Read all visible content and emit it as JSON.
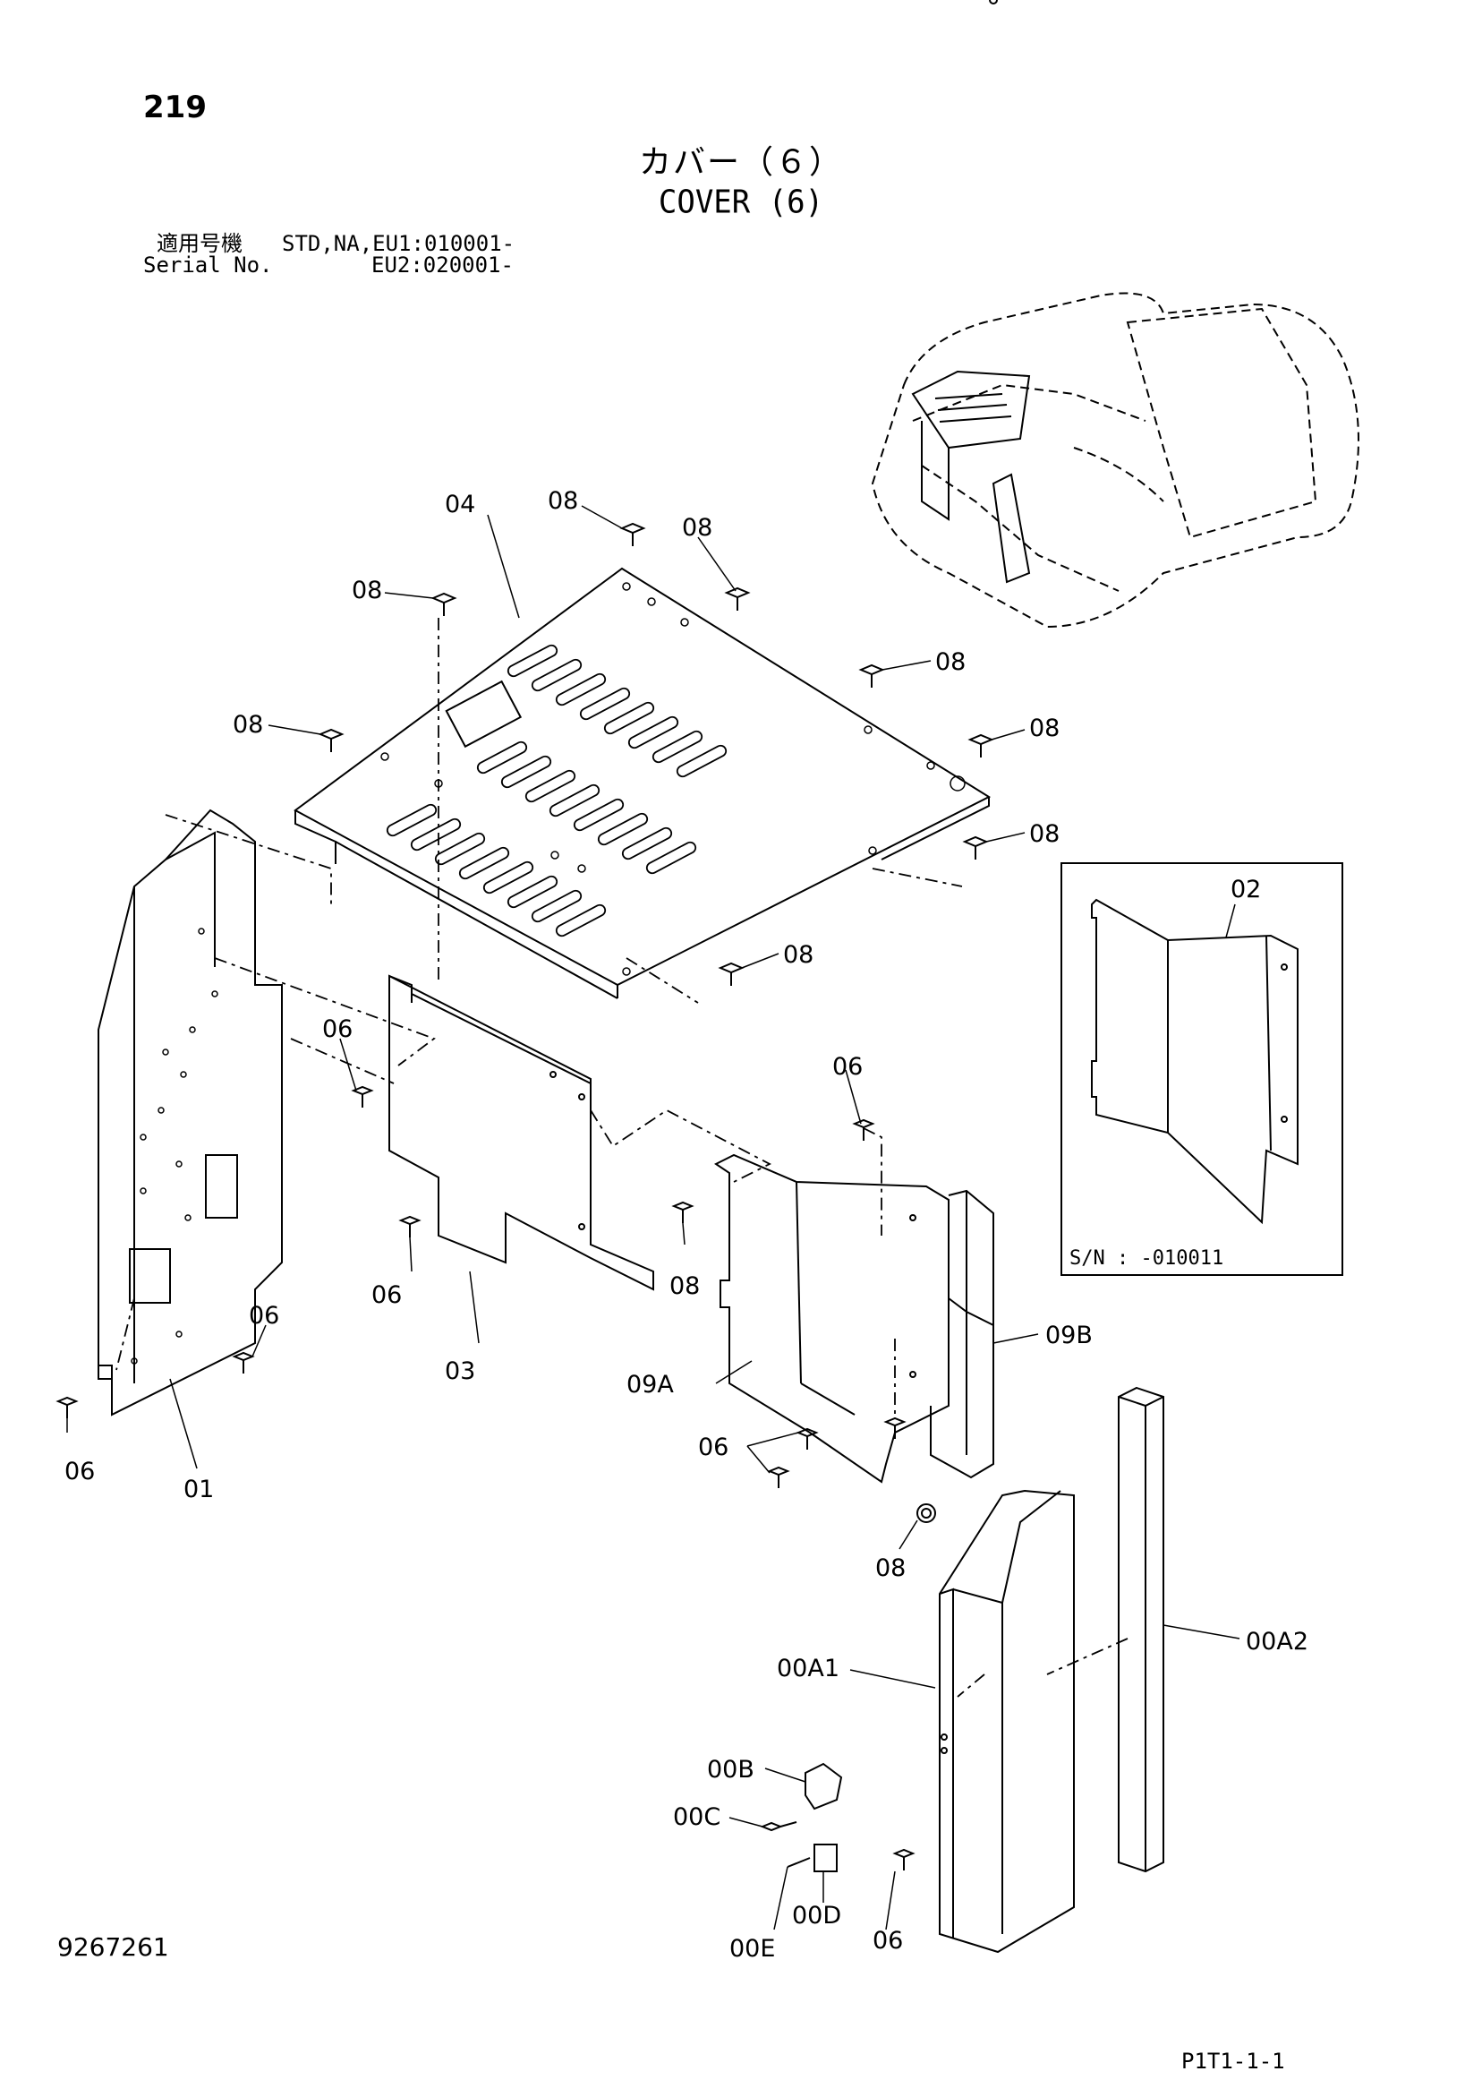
{
  "header": {
    "page_number": "219",
    "title_jp": "カバー（６）",
    "title_en": "COVER (6)"
  },
  "applicability": {
    "label_jp": "適用号機",
    "label_en": "Serial No.",
    "line1": "STD,NA,EU1:010001-",
    "line2": "EU2:020001-"
  },
  "callouts": {
    "c04": "04",
    "c08_top": "08",
    "c08_top2": "08",
    "c08_left": "08",
    "c08_right1": "08",
    "c08_leftmid": "08",
    "c08_right2": "08",
    "c08_right3": "08",
    "c08_bottom": "08",
    "c06_a": "06",
    "c06_b": "06",
    "c06_c": "06",
    "c06_d": "06",
    "c06_e": "06",
    "c06_f": "06",
    "c06_g": "06",
    "c01": "01",
    "c03": "03",
    "c08_mid": "08",
    "c09a": "09A",
    "c09b": "09B",
    "c08_low": "08",
    "c00a1": "00A1",
    "c00a2": "00A2",
    "c00b": "00B",
    "c00c": "00C",
    "c00d": "00D",
    "c00e": "00E",
    "c02": "02"
  },
  "inset": {
    "serial_note": "S/N : -010011"
  },
  "footer": {
    "doc_number": "9267261",
    "page_code": "P1T1-1-1"
  }
}
